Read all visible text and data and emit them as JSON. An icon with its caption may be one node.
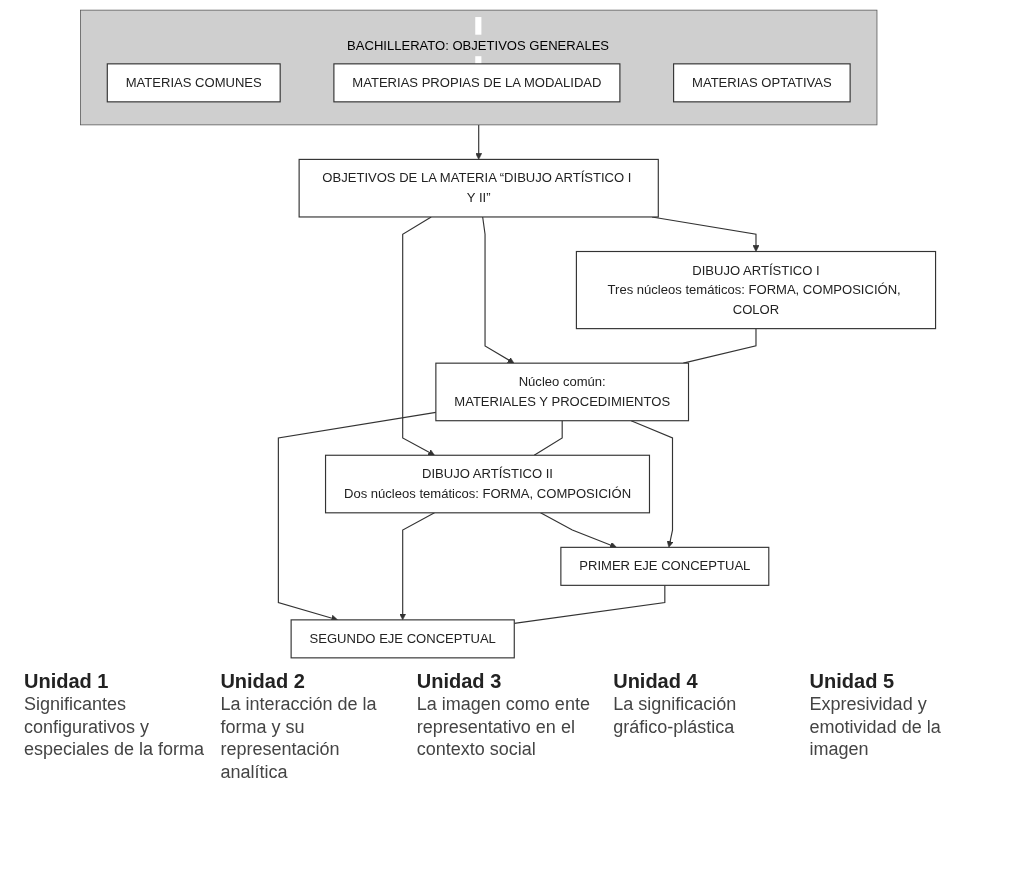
{
  "diagram": {
    "nodes": [
      {
        "text": [
          "BACHILLERATO: OBJETIVOS GENERALES"
        ]
      },
      {
        "text": [
          "MATERIAS COMUNES"
        ],
        "in": 0
      },
      {
        "text": [
          "MATERIAS PROPIAS DE LA MODALIDAD"
        ],
        "in": 0
      },
      {
        "text": [
          "MATERIAS OPTATIVAS"
        ],
        "in": 0
      },
      {
        "text": [
          "OBJETIVOS DE LA MATERIA “DIBUJO ARTÍSTICO I Y II”"
        ]
      },
      {
        "text": [
          "DIBUJO ARTÍSTICO I",
          "Tres núcleos temáticos: FORMA, COMPOSICIÓN, COLOR"
        ]
      },
      {
        "text": [
          "Núcleo común:",
          "MATERIALES Y PROCEDIMIENTOS"
        ]
      },
      {
        "text": [
          "DIBUJO ARTÍSTICO II",
          "Dos núcleos temáticos: FORMA, COMPOSICIÓN"
        ]
      },
      {
        "text": [
          "PRIMER EJE CONCEPTUAL"
        ]
      },
      {
        "text": [
          "SEGUNDO EJE CONCEPTUAL"
        ]
      }
    ],
    "edges": [
      {
        "from": 0,
        "to": 4,
        "arrow": "to"
      },
      {
        "from": 4,
        "to": 5,
        "arrow": "to"
      },
      {
        "from": 4,
        "to": 6,
        "arrow": "to"
      },
      {
        "from": 4,
        "to": 7,
        "arrow": "to"
      },
      {
        "from": 5,
        "to": 6,
        "arrow": "none"
      },
      {
        "from": 6,
        "to": 7,
        "arrow": "none"
      },
      {
        "from": 7,
        "to": 8,
        "arrow": "to"
      },
      {
        "from": 6,
        "to": 8,
        "arrow": "to"
      },
      {
        "from": 6,
        "to": 9,
        "arrow": "to"
      },
      {
        "from": 7,
        "to": 9,
        "arrow": "to"
      },
      {
        "from": 8,
        "to": 9,
        "arrow": "none"
      }
    ],
    "labels": [
      "Unidad 1",
      "Significantes configurativos y especiales de la forma",
      "Unidad 2",
      "La interacción de la forma y su representación analítica",
      "Unidad 3",
      "La imagen como ente representativo en el contexto social",
      "Unidad 4",
      "La significación gráfico-plástica",
      "Unidad 5",
      "Expresividad y emotividad de la imagen"
    ]
  }
}
